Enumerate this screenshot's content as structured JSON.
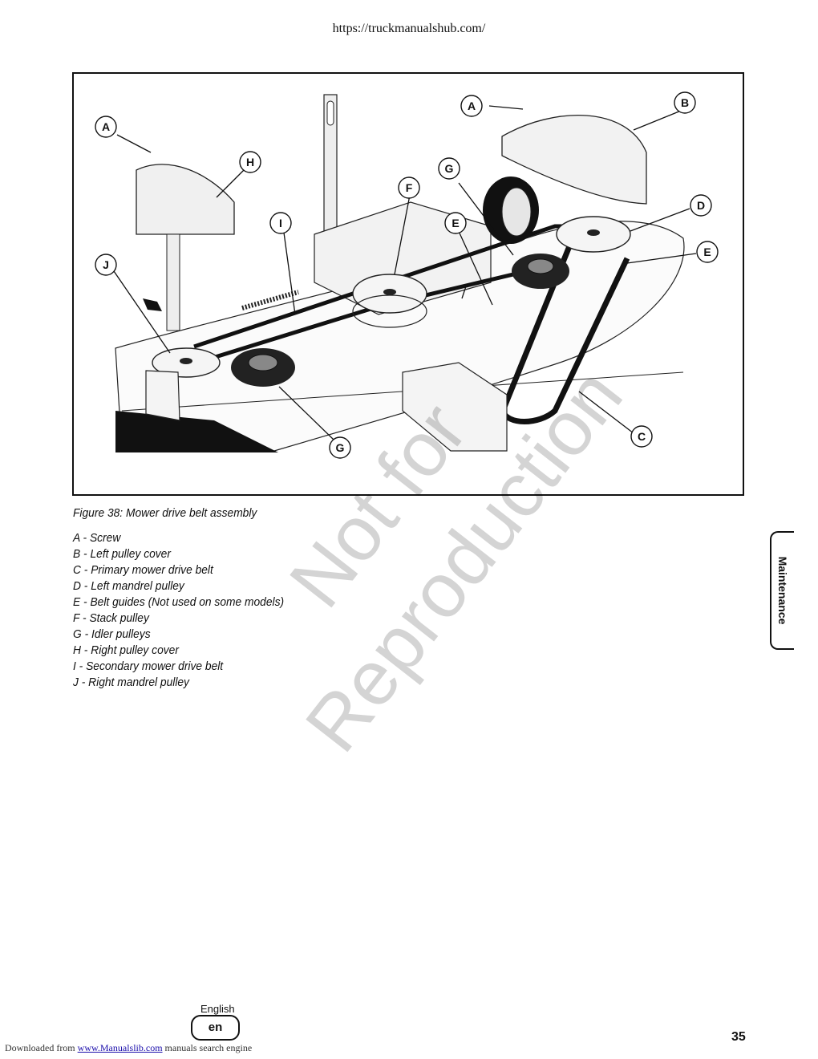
{
  "header": {
    "url": "https://truckmanualshub.com/"
  },
  "figure": {
    "callouts": {
      "a_left": "A",
      "a_right": "A",
      "b": "B",
      "c": "C",
      "d": "D",
      "e_left": "E",
      "e_right": "E",
      "f": "F",
      "g_top": "G",
      "g_bottom": "G",
      "h": "H",
      "i": "I",
      "j": "J"
    }
  },
  "caption": "Figure 38: Mower drive belt assembly",
  "legend": [
    "A - Screw",
    "B - Left pulley cover",
    "C - Primary mower drive belt",
    "D - Left mandrel pulley",
    "E - Belt guides (Not used on some models)",
    "F - Stack pulley",
    "G - Idler pulleys",
    "H - Right pulley cover",
    "I - Secondary mower drive belt",
    "J - Right mandrel pulley"
  ],
  "side_tab": "Maintenance",
  "watermark": {
    "line1": "Not for",
    "line2": "Reproduction"
  },
  "language": {
    "label": "English",
    "code": "en"
  },
  "page_number": "35",
  "footer": {
    "prefix": "Downloaded from",
    "link": "www.Manualslib.com",
    "suffix": "manuals search engine"
  }
}
